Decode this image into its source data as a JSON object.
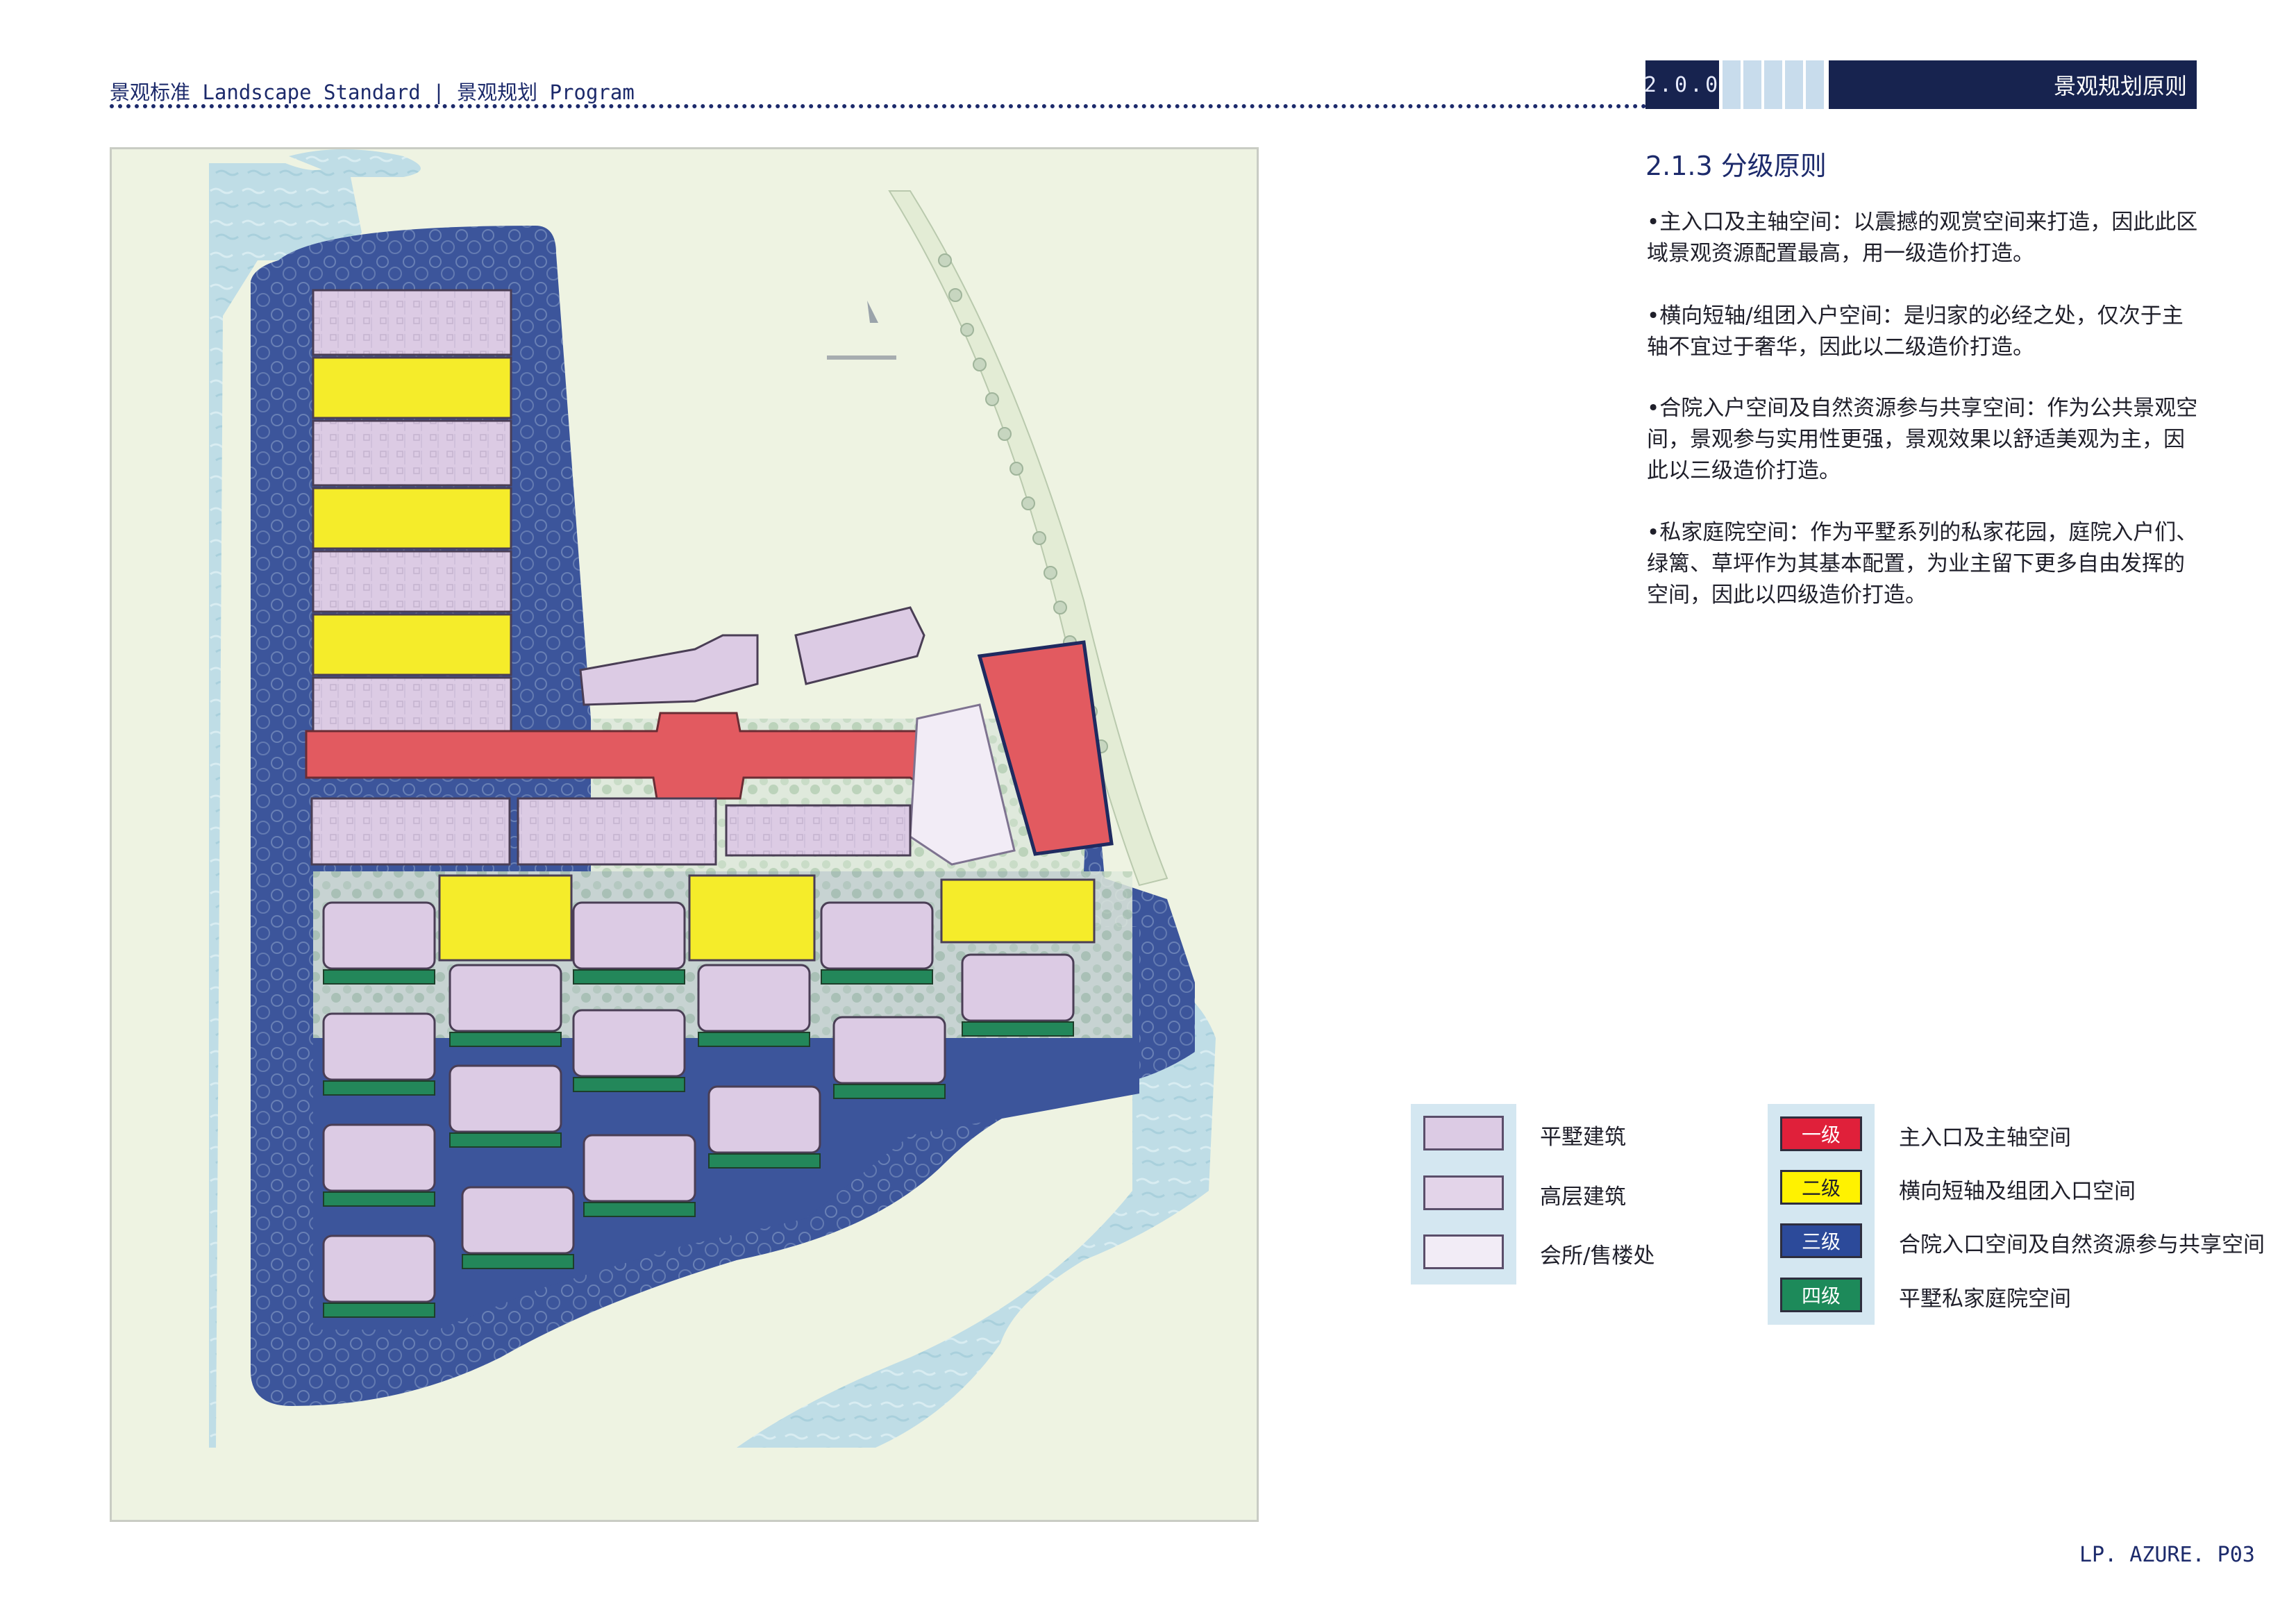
{
  "header": {
    "title": "景观标准 Landscape Standard | 景观规划 Program",
    "section_number": "2.0.0",
    "section_title": "景观规划原则"
  },
  "content": {
    "heading": "2.1.3 分级原则",
    "paragraphs": [
      "•主入口及主轴空间：以震撼的观赏空间来打造，因此此区域景观资源配置最高，用一级造价打造。",
      "•横向短轴/组团入户空间：是归家的必经之处，仅次于主轴不宜过于奢华，因此以二级造价打造。",
      "•合院入户空间及自然资源参与共享空间：作为公共景观空间，景观参与实用性更强，景观效果以舒适美观为主，因此以三级造价打造。",
      "•私家庭院空间：作为平墅系列的私家花园，庭院入户们、绿篱、草坪作为其基本配置，为业主留下更多自由发挥的空间，因此以四级造价打造。"
    ]
  },
  "legend_buildings": [
    {
      "label": "平墅建筑",
      "color": "#dccbe4"
    },
    {
      "label": "高层建筑",
      "color": "#e3d4e9"
    },
    {
      "label": "会所/售楼处",
      "color": "#f2ecf6"
    }
  ],
  "legend_grades": [
    {
      "grade": "一级",
      "label": "主入口及主轴空间",
      "color": "#e0203a",
      "text_color": "#ffffff"
    },
    {
      "grade": "二级",
      "label": "横向短轴及组团入口空间",
      "color": "#fff200",
      "text_color": "#1f1f2a"
    },
    {
      "grade": "三级",
      "label": "合院入口空间及自然资源参与共享空间",
      "color": "#2c4a9a",
      "text_color": "#ffffff"
    },
    {
      "grade": "四级",
      "label": "平墅私家庭院空间",
      "color": "#1d8a5a",
      "text_color": "#ffffff"
    }
  ],
  "footer": "LP. AZURE. P03"
}
